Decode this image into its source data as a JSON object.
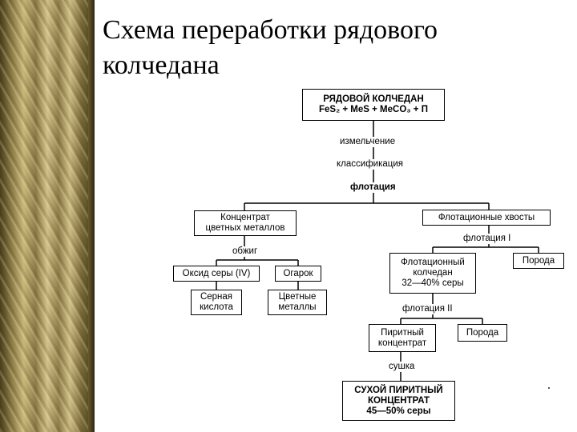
{
  "slide": {
    "title": "Схема переработки рядового колчедана"
  },
  "diagram": {
    "root": {
      "line1": "РЯДОВОЙ КОЛЧЕДАН",
      "line2": "FeS₂ + MeS + MeCO₃ + П"
    },
    "step_grinding": "измельчение",
    "step_classification": "классификация",
    "step_flotation": "флотация",
    "concentrate": {
      "line1": "Концентрат",
      "line2": "цветных металлов"
    },
    "tailings": "Флотационные хвосты",
    "step_roasting": "обжиг",
    "sulfur_oxide": "Оксид серы (IV)",
    "cinder": "Огарок",
    "sulfuric_acid": {
      "line1": "Серная",
      "line2": "кислота"
    },
    "nonferrous_metals": {
      "line1": "Цветные",
      "line2": "металлы"
    },
    "step_flotation_1": "флотация I",
    "flotation_pyrite": {
      "line1": "Флотационный",
      "line2": "колчедан",
      "line3": "32—40% серы"
    },
    "rock_1": "Порода",
    "step_flotation_2": "флотация II",
    "pyrite_concentrate": {
      "line1": "Пиритный",
      "line2": "концентрат"
    },
    "rock_2": "Порода",
    "step_drying": "сушка",
    "dry_concentrate": {
      "line1": "СУХОЙ ПИРИТНЫЙ",
      "line2": "КОНЦЕНТРАТ",
      "line3": "45—50% серы"
    }
  }
}
